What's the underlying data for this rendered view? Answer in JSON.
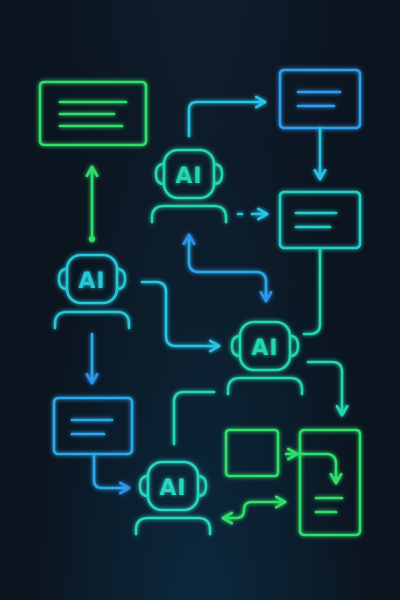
{
  "agents": [
    {
      "id": "agent-top",
      "label": "AI"
    },
    {
      "id": "agent-left",
      "label": "AI"
    },
    {
      "id": "agent-middle",
      "label": "AI"
    },
    {
      "id": "agent-bottom",
      "label": "AI"
    }
  ],
  "colors": {
    "background": "#0b1520",
    "green": "#2fe06a",
    "teal": "#22d8b0",
    "cyan": "#27c4e6",
    "blue": "#2e8ff0"
  }
}
